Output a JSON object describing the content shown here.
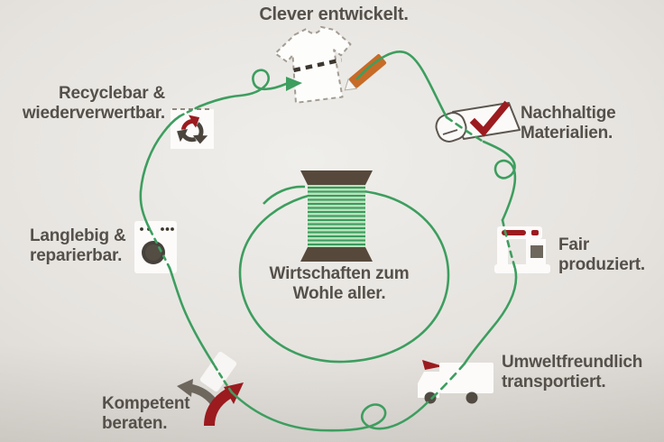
{
  "title": "Wirtschaften zum Wohle aller.",
  "center": {
    "label": "Wirtschaften zum\nWohle aller.",
    "icon": "thread-spool-icon"
  },
  "nodes": [
    {
      "id": "entwickelt",
      "label": "Clever entwickelt.",
      "icon": "tshirt-icon"
    },
    {
      "id": "materialien",
      "label": "Nachhaltige\nMaterialien.",
      "icon": "fabric-roll-icon"
    },
    {
      "id": "produziert",
      "label": "Fair\nproduziert.",
      "icon": "sewing-machine-icon"
    },
    {
      "id": "transportiert",
      "label": "Umweltfreundlich\ntransportiert.",
      "icon": "delivery-truck-icon"
    },
    {
      "id": "beraten",
      "label": "Kompetent\nberaten.",
      "icon": "direction-arrows-icon"
    },
    {
      "id": "reparierbar",
      "label": "Langlebig &\nreparierbar.",
      "icon": "washing-machine-icon"
    },
    {
      "id": "recyclebar",
      "label": "Recyclebar &\nwiederverwertbar.",
      "icon": "recycling-bin-icon"
    }
  ],
  "colors": {
    "thread_green": "#3d9e5f",
    "text_gray": "#55504a",
    "accent_red": "#9b1b1f",
    "pencil_orange": "#c76b28",
    "icon_gray": "#6e675e",
    "spool_brown": "#56493c",
    "spool_stripe_dark": "#3a9a5c",
    "spool_stripe_light": "#b7e2bb",
    "icon_white": "#fcfbfa"
  }
}
